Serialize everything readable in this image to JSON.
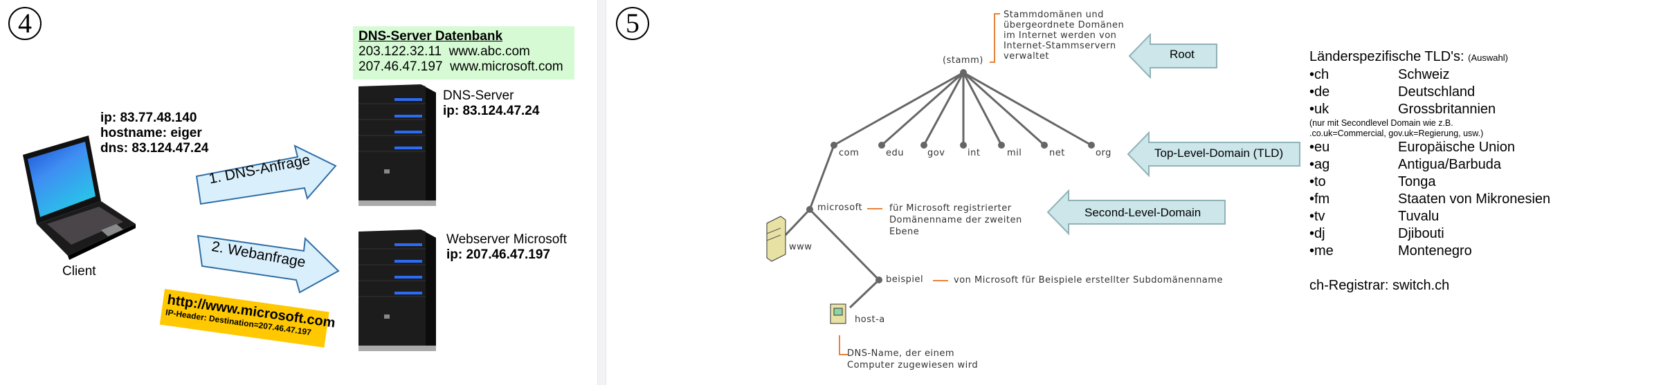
{
  "panel4": {
    "step_number": "4",
    "client": {
      "ip": "ip: 83.77.48.140",
      "hostname": "hostname: eiger",
      "dns": "dns: 83.124.47.24",
      "label": "Client"
    },
    "dns_db": {
      "title": "DNS-Server Datenbank",
      "rows": [
        {
          "ip": "203.122.32.11",
          "host": "www.abc.com"
        },
        {
          "ip": "207.46.47.197",
          "host": "www.microsoft.com"
        }
      ]
    },
    "dns_server": {
      "name": "DNS-Server",
      "ip": "ip: 83.124.47.24"
    },
    "web_server": {
      "name": "Webserver Microsoft",
      "ip": "ip: 207.46.47.197"
    },
    "arrows": {
      "dns_request": "1. DNS-Anfrage",
      "web_request": "2. Webanfrage"
    },
    "request_note": {
      "url": "http://www.microsoft.com",
      "header": "IP-Header: Destination=207.46.47.197"
    },
    "colors": {
      "db_bg": "#d6fbd4",
      "note_bg": "#ffc800",
      "arrow_fill": "#d9effc",
      "arrow_stroke": "#2f6ea5"
    }
  },
  "panel5": {
    "step_number": "5",
    "tree": {
      "root": "(stamm)",
      "root_note": [
        "Stammdomänen und",
        "übergeordnete Domänen",
        "im Internet werden von",
        "Internet-Stammservern",
        "verwaltet"
      ],
      "tlds": [
        "com",
        "edu",
        "gov",
        "int",
        "mil",
        "net",
        "org"
      ],
      "second_level": "microsoft",
      "second_level_note": [
        "für Microsoft registrierter",
        "Domänenname der zweiten",
        "Ebene"
      ],
      "host_www": "www",
      "subdomain": "beispiel",
      "subdomain_note": "von Microsoft für Beispiele erstellter Subdomänenname",
      "host_a": "host-a",
      "host_note": [
        "DNS-Name, der einem",
        "Computer zugewiesen wird"
      ]
    },
    "level_arrows": {
      "root": "Root",
      "tld": "Top-Level-Domain (TLD)",
      "sld": "Second-Level-Domain"
    },
    "country_tlds": {
      "title": "Länderspezifische TLD's:",
      "title_note": "(Auswahl)",
      "items": [
        {
          "code": "•ch",
          "country": "Schweiz"
        },
        {
          "code": "•de",
          "country": "Deutschland"
        },
        {
          "code": "•uk",
          "country": "Grossbritannien"
        }
      ],
      "uk_note": [
        "(nur mit Secondlevel Domain wie z.B.",
        " .co.uk=Commercial, gov.uk=Regierung, usw.)"
      ],
      "items2": [
        {
          "code": "•eu",
          "country": "Europäische Union"
        },
        {
          "code": "•ag",
          "country": "Antigua/Barbuda"
        },
        {
          "code": "•to",
          "country": "Tonga"
        },
        {
          "code": "•fm",
          "country": "Staaten von Mikronesien"
        },
        {
          "code": "•tv",
          "country": "Tuvalu"
        },
        {
          "code": "•dj",
          "country": "Djibouti"
        },
        {
          "code": "•me",
          "country": "Montenegro"
        }
      ],
      "registrar": "ch-Registrar: switch.ch"
    },
    "colors": {
      "arrow_fill": "#cce6ea",
      "arrow_stroke": "#8fb2b7",
      "tree_line": "#666666",
      "note_line": "#e8823a"
    }
  }
}
